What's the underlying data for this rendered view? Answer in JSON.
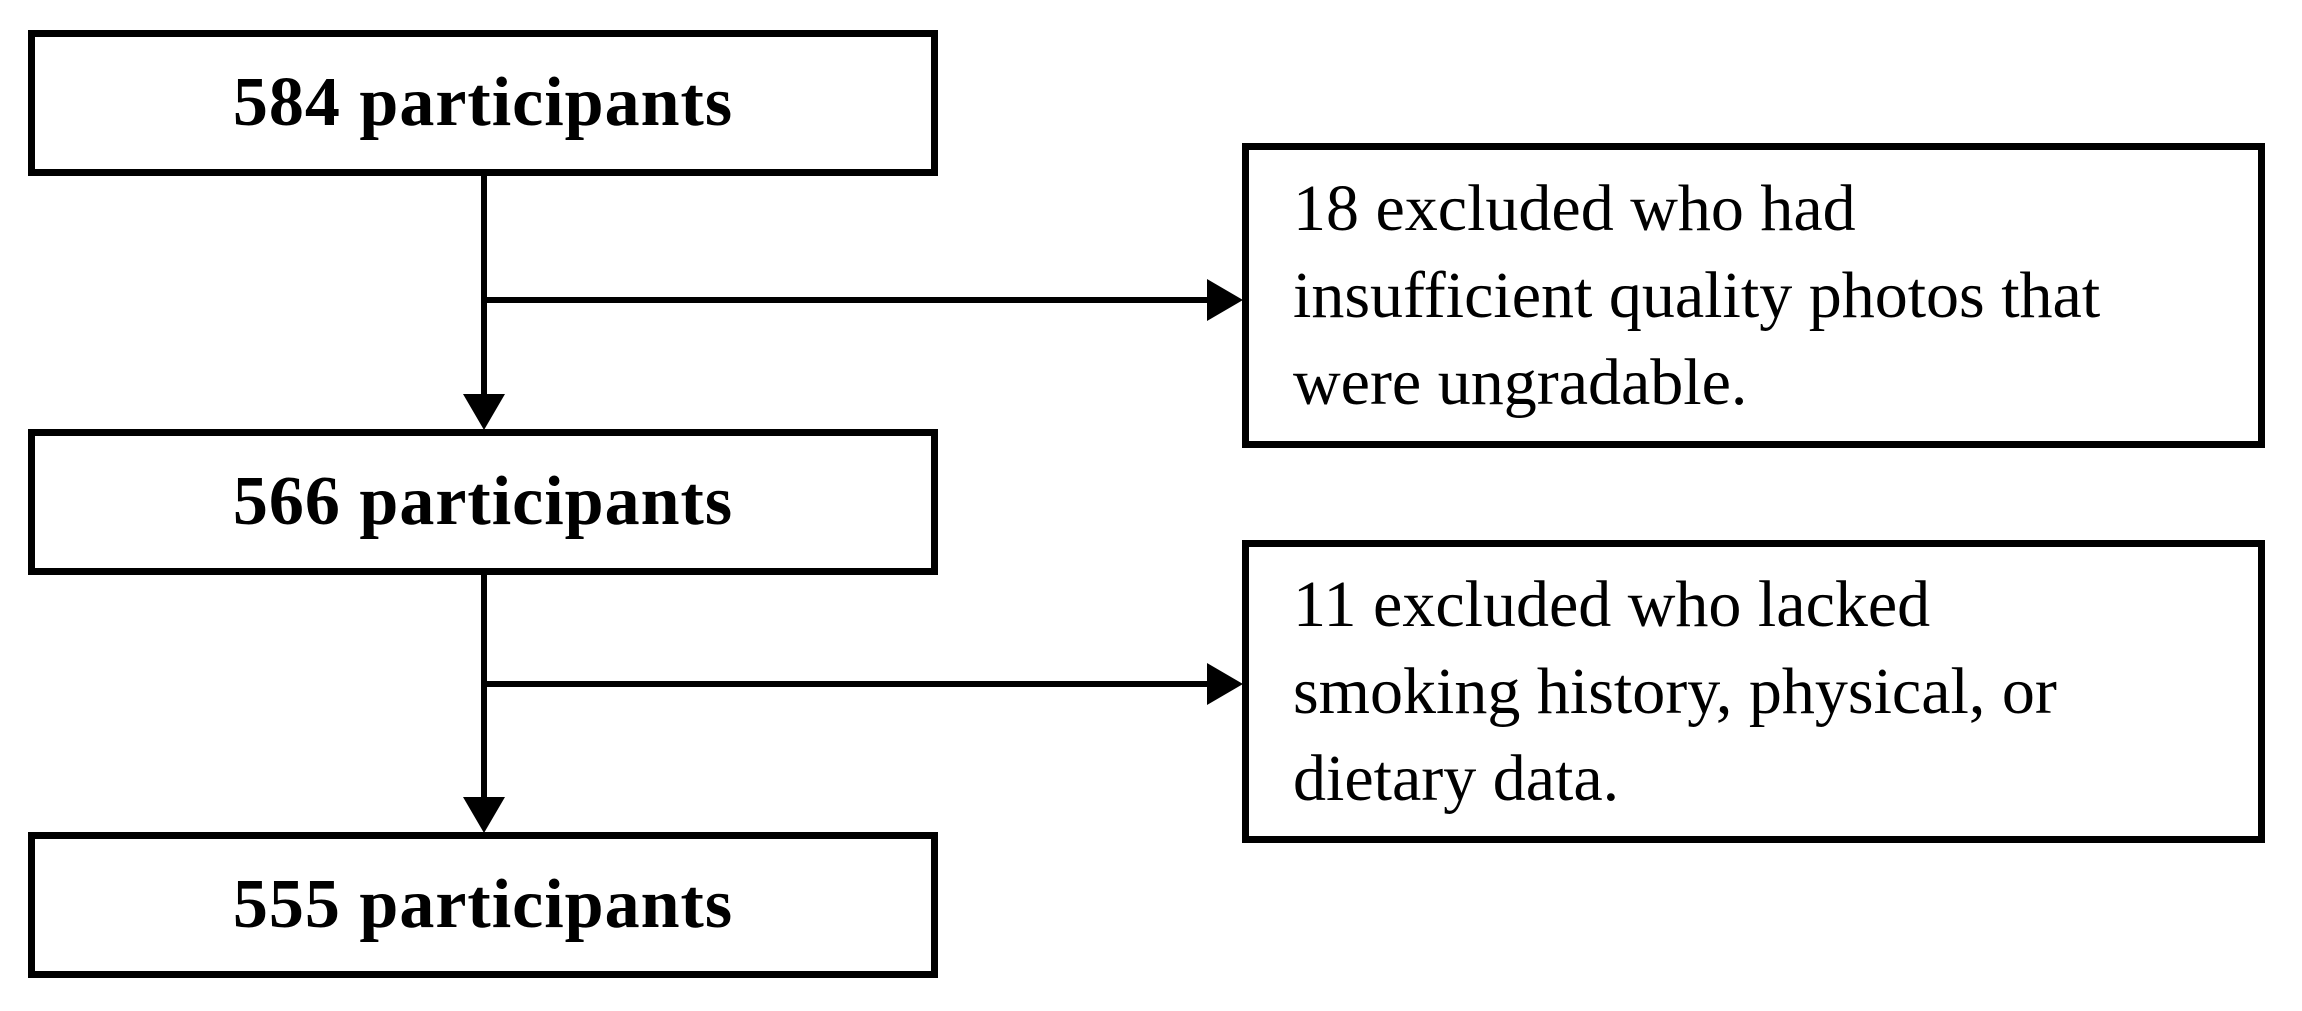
{
  "diagram": {
    "type": "participant-flow-chart",
    "flow_boxes": [
      {
        "label": "584 participants"
      },
      {
        "label": "566 participants"
      },
      {
        "label": "555 participants"
      }
    ],
    "exclusion_boxes": [
      {
        "text": "18 excluded who had insufficient quality photos that were ungradable.",
        "lines": [
          "18 excluded who had",
          "insufficient quality photos that",
          "were ungradable."
        ]
      },
      {
        "text": "11 excluded who lacked smoking history, physical, or dietary data.",
        "lines": [
          "11 excluded who lacked",
          "smoking history, physical, or",
          "dietary data."
        ]
      }
    ],
    "colors": {
      "line": "#000000",
      "box_border": "#000000",
      "box_fill": "#ffffff",
      "text": "#000000",
      "background": "#ffffff"
    }
  }
}
